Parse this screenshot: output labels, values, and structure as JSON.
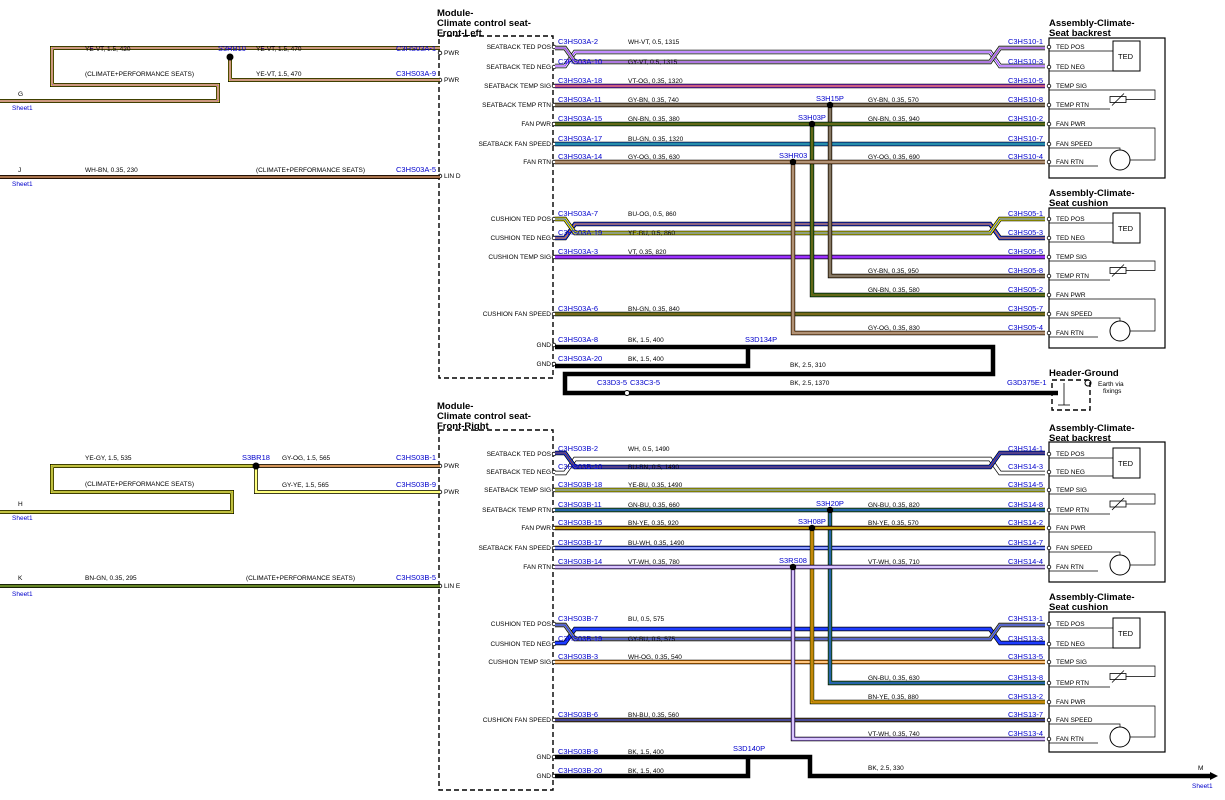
{
  "modules": {
    "left": {
      "title_1": "Module-",
      "title_2": "Climate control seat-",
      "title_3": "Front-Left"
    },
    "right": {
      "title_1": "Module-",
      "title_2": "Climate control seat-",
      "title_3": "Front-Right"
    }
  },
  "assemblies": {
    "backrest_l": {
      "title_1": "Assembly-Climate-",
      "title_2": "Seat backrest"
    },
    "cushion_l": {
      "title_1": "Assembly-Climate-",
      "title_2": "Seat cushion"
    },
    "backrest_r": {
      "title_1": "Assembly-Climate-",
      "title_2": "Seat backrest"
    },
    "cushion_r": {
      "title_1": "Assembly-Climate-",
      "title_2": "Seat cushion"
    },
    "ted": "TED",
    "pins": [
      "TED POS",
      "TED NEG",
      "TEMP SIG",
      "TEMP RTN",
      "FAN PWR",
      "FAN SPEED",
      "FAN RTN"
    ]
  },
  "ground_header": {
    "title": "Header-Ground",
    "earth_1": "Earth via",
    "earth_2": "fixings"
  },
  "module_pins_l": [
    "PWR",
    "PWR",
    "LIN D",
    "SEATBACK TED POS",
    "SEATBACK TED NEG",
    "SEATBACK TEMP SIG",
    "SEATBACK TEMP RTN",
    "FAN PWR",
    "SEATBACK FAN SPEED",
    "FAN RTN",
    "CUSHION TED POS",
    "CUSHION TED NEG",
    "CUSHION TEMP SIG",
    "CUSHION FAN SPEED",
    "GND",
    "GND"
  ],
  "module_pins_r": [
    "PWR",
    "PWR",
    "LIN E",
    "SEATBACK TED POS",
    "SEATBACK TED NEG",
    "SEATBACK TEMP SIG",
    "SEATBACK TEMP RTN",
    "FAN PWR",
    "SEATBACK FAN SPEED",
    "FAN RTN",
    "CUSHION TED POS",
    "CUSHION TED NEG",
    "CUSHION TEMP SIG",
    "CUSHION FAN SPEED",
    "GND",
    "GND"
  ],
  "left_wires_l": {
    "w1": "YE-VT,  1.5,  420",
    "w2": "YE-VT,  1.5,  470",
    "w3": "YE-VT,  1.5,  470",
    "splice": "S3RB10",
    "note": "(CLIMATE+PERFORMANCE SEATS)",
    "c1": "C3HS03A-1",
    "c2": "C3HS03A-9",
    "lin_wire": "WH-BN,  0.35,  230",
    "lin_note": "(CLIMATE+PERFORMANCE SEATS)",
    "lin_conn": "C3HS03A-5",
    "off_g": "G",
    "off_j": "J",
    "sheet": "Sheet1"
  },
  "left_wires_r": {
    "w1": "YE-GY,  1.5,  535",
    "w2": "GY-OG,  1.5,  565",
    "w3": "GY-YE,  1.5,  565",
    "splice": "S3BR18",
    "note": "(CLIMATE+PERFORMANCE SEATS)",
    "c1": "C3HS03B-1",
    "c2": "C3HS03B-9",
    "lin_wire": "BN-GN,  0.35,  295",
    "lin_note": "(CLIMATE+PERFORMANCE SEATS)",
    "lin_conn": "C3HS03B-5",
    "off_h": "H",
    "off_k": "K",
    "off_m": "M",
    "sheet": "Sheet1"
  },
  "wires_front_left": [
    {
      "from": "C3HS03A-2",
      "to": "C3HS10-1",
      "label": "WH-VT,  0.5,  1315"
    },
    {
      "from": "C3HS03A-10",
      "to": "C3HS10-3",
      "label": "GY-VT,  0.5,  1315"
    },
    {
      "from": "C3HS03A-18",
      "to": "C3HS10-5",
      "label": "VT-OG,  0.35,  1320"
    },
    {
      "from": "C3HS03A-11",
      "to": "C3HS10-8",
      "label": "GY-BN,  0.35,  740",
      "label2": "GY-BN,  0.35,  570"
    },
    {
      "from": "C3HS03A-15",
      "to": "C3HS10-2",
      "label": "GN-BN,  0.35,  380",
      "label2": "GN-BN,  0.35,  940"
    },
    {
      "from": "C3HS03A-17",
      "to": "C3HS10-7",
      "label": "BU-GN,  0.35,  1320"
    },
    {
      "from": "C3HS03A-14",
      "to": "C3HS10-4",
      "label": "GY-OG,  0.35,  630",
      "label2": "GY-OG,  0.35,  690"
    },
    {
      "from": "C3HS03A-7",
      "to": "C3HS05-1",
      "label": "BU-OG,  0.5,  860"
    },
    {
      "from": "C3HS03A-19",
      "to": "C3HS05-3",
      "label": "YE-BU,  0.5,  860"
    },
    {
      "from": "C3HS03A-3",
      "to": "C3HS05-5",
      "label": "VT,  0.35,  820"
    },
    {
      "from": "",
      "to": "C3HS05-8",
      "label": "GY-BN,  0.35,  950"
    },
    {
      "from": "",
      "to": "C3HS05-2",
      "label": "GN-BN,  0.35,  580"
    },
    {
      "from": "C3HS03A-6",
      "to": "C3HS05-7",
      "label": "BN-GN,  0.35,  840"
    },
    {
      "from": "",
      "to": "C3HS05-4",
      "label": "GY-OG,  0.35,  830"
    },
    {
      "from": "C3HS03A-8",
      "to": "",
      "label": "BK,  1.5,  400"
    },
    {
      "from": "C3HS03A-20",
      "to": "",
      "label": "BK,  1.5,  400"
    }
  ],
  "splices_front_left": [
    "S3H15P",
    "S3H03P",
    "S3HR03",
    "S3D134P"
  ],
  "ground_wires": [
    {
      "label": "BK,  2.5,  310"
    },
    {
      "from": "C33D3-5",
      "from2": "C33C3-5",
      "label": "BK,  2.5,  1370",
      "to": "G3D375E-1"
    }
  ],
  "wires_front_right": [
    {
      "from": "C3HS03B-2",
      "to": "C3HS14-1",
      "label": "WH,  0.5,  1490"
    },
    {
      "from": "C3HS03B-10",
      "to": "C3HS14-3",
      "label": "BU-BN,  0.5,  1490"
    },
    {
      "from": "C3HS03B-18",
      "to": "C3HS14-5",
      "label": "YE-BU,  0.35,  1490"
    },
    {
      "from": "C3HS03B-11",
      "to": "C3HS14-8",
      "label": "GN-BU,  0.35,  660",
      "label2": "GN-BU,  0.35,  820"
    },
    {
      "from": "C3HS03B-15",
      "to": "C3HS14-2",
      "label": "BN-YE,  0.35,  920",
      "label2": "BN-YE,  0.35,  570"
    },
    {
      "from": "C3HS03B-17",
      "to": "C3HS14-7",
      "label": "BU-WH,  0.35,  1490"
    },
    {
      "from": "C3HS03B-14",
      "to": "C3HS14-4",
      "label": "VT-WH,  0.35,  780",
      "label2": "VT-WH,  0.35,  710"
    },
    {
      "from": "C3HS03B-7",
      "to": "C3HS13-1",
      "label": "BU,  0.5,  575"
    },
    {
      "from": "C3HS03B-19",
      "to": "C3HS13-3",
      "label": "GY-BU,  0.5,  575"
    },
    {
      "from": "C3HS03B-3",
      "to": "C3HS13-5",
      "label": "WH-OG,  0.35,  540"
    },
    {
      "from": "",
      "to": "C3HS13-8",
      "label": "GN-BU,  0.35,  630"
    },
    {
      "from": "",
      "to": "C3HS13-2",
      "label": "BN-YE,  0.35,  880"
    },
    {
      "from": "C3HS03B-6",
      "to": "C3HS13-7",
      "label": "BN-BU,  0.35,  560"
    },
    {
      "from": "",
      "to": "C3HS13-4",
      "label": "VT-WH,  0.35,  740"
    },
    {
      "from": "C3HS03B-8",
      "to": "",
      "label": "BK,  1.5,  400"
    },
    {
      "from": "C3HS03B-20",
      "to": "",
      "label": "BK,  1.5,  400"
    }
  ],
  "splices_front_right": [
    "S3H20P",
    "S3H08P",
    "S3RS08",
    "S3D140P"
  ],
  "ground_wire_right": {
    "label": "BK,  2.5,  330"
  }
}
